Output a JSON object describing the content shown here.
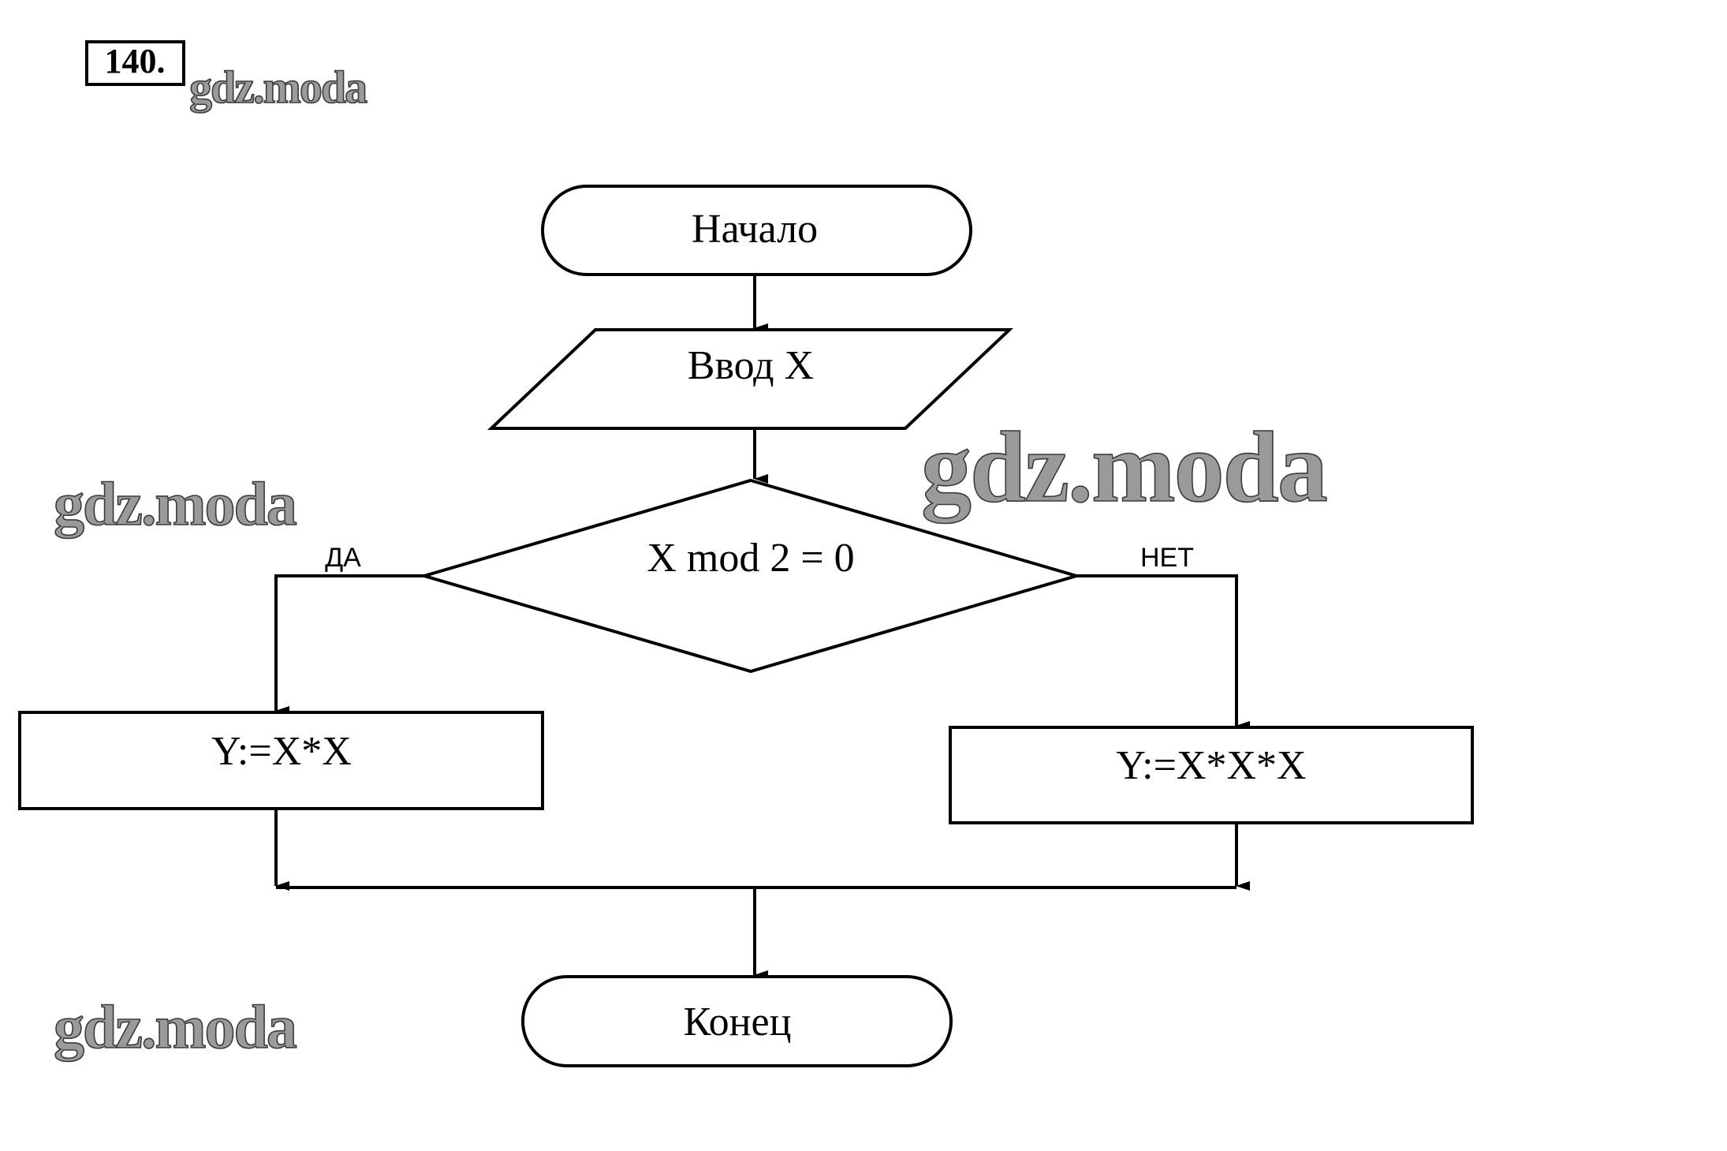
{
  "problem_number": "140.",
  "watermarks": [
    "gdz.moda",
    "gdz.moda",
    "gdz.moda",
    "gdz.moda"
  ],
  "flowchart": {
    "start": "Начало",
    "input": "Ввод X",
    "condition": "X mod 2 = 0",
    "yes_label": "ДА",
    "no_label": "НЕТ",
    "yes_action": "Y:=X*X",
    "no_action": "Y:=X*X*X",
    "end": "Конец"
  },
  "colors": {
    "stroke": "#000000",
    "background": "#ffffff",
    "watermark": "#9a9a9a"
  }
}
